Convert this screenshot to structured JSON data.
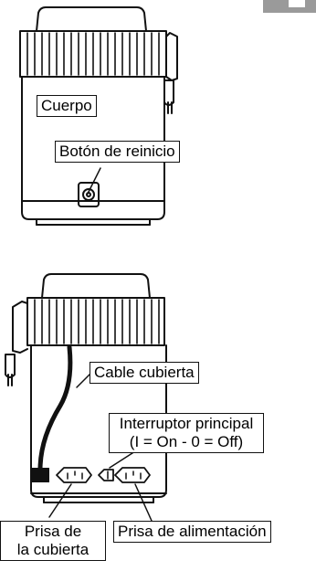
{
  "figure_top": {
    "labels": {
      "body": "Cuerpo",
      "reset_button": "Botón de reinicio"
    }
  },
  "figure_bottom": {
    "labels": {
      "cover_cable": "Cable cubierta",
      "main_switch_line1": "Interruptor principal",
      "main_switch_line2": "(I = On - 0 = Off)",
      "cover_socket_line1": "Prisa de",
      "cover_socket_line2": "la cubierta",
      "power_socket": "Prisa de alimentación"
    }
  }
}
